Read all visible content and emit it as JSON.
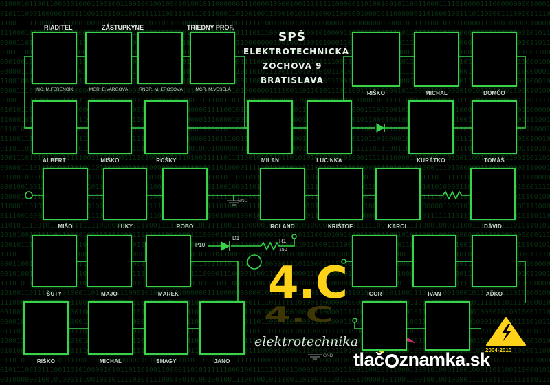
{
  "header_titles": {
    "director": "RIADITEĽ",
    "deputies": "ZÁSTUPKYNE",
    "class_teacher": "TRIEDNY PROF."
  },
  "staff_names": [
    "ING. M.FERENČÍK",
    "MGR. E.VARGOVÁ",
    "RNDR. M. ERŐSOVÁ",
    "MGR. M.VESELÁ"
  ],
  "school": {
    "line1": "SPŠ",
    "line2": "ELEKTROTECHNICKÁ",
    "line3": "ZOCHOVA 9",
    "line4": "BRATISLAVA"
  },
  "students": {
    "row2_left": [
      "ALBERT",
      "MIŠKO",
      "ROŠKY"
    ],
    "row2_mid": [
      "MILAN",
      "LUCINKA"
    ],
    "row1_right": [
      "RIŠKO",
      "MICHAL",
      "DOMČO"
    ],
    "row2_right": [
      "KURÁTKO",
      "TOMÁŠ"
    ],
    "row3": [
      "MIŠO",
      "LUKY",
      "ROBO",
      "ROLAND",
      "KRIŠTOF",
      "KAROL",
      "DÁVID"
    ],
    "row4_left": [
      "ŠUTY",
      "MAJO",
      "MAREK"
    ],
    "row4_right": [
      "IGOR",
      "IVAN",
      "AĎKO"
    ],
    "row5_left": [
      "RIŠKO",
      "MICHAL",
      "SHAGY",
      "JANO"
    ]
  },
  "components": {
    "gnd1": "GND",
    "gnd2": "GND",
    "p10": "P10",
    "d1": "D1",
    "r1": "R1",
    "r1_value": "150"
  },
  "class_name": "4.C",
  "subtitle": "elektrotechnika",
  "years": "2004-2010",
  "brand": {
    "prefix": "tlač",
    "suffix": "znamka.sk"
  },
  "colors": {
    "wire": "#38d34a",
    "accent": "#ffd21a",
    "background": "#000000"
  }
}
